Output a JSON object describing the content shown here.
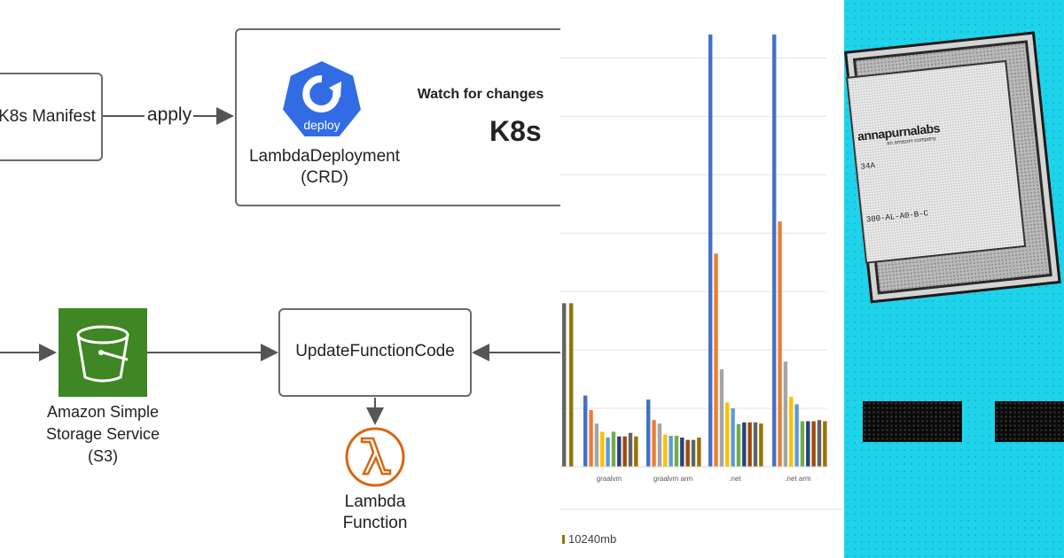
{
  "diagram": {
    "manifest_label": "K8s Manifest",
    "apply_label": "apply",
    "deploy_icon_label": "deploy",
    "crd_name": "LambdaDeployment",
    "crd_sub": "(CRD)",
    "watch_label": "Watch for changes",
    "k8s_label": "K8s",
    "s3_line1": "Amazon Simple",
    "s3_line2": "Storage Service",
    "s3_line3": "(S3)",
    "update_label": "UpdateFunctionCode",
    "lambda_line1": "Lambda",
    "lambda_line2": "Function"
  },
  "chart_data": {
    "type": "bar",
    "categories": [
      "graalvm",
      "graalvm arm",
      ".net",
      ".net arm"
    ],
    "series_colors": [
      "#4472c4",
      "#ed7d31",
      "#a5a5a5",
      "#ffc000",
      "#5b9bd5",
      "#70ad47",
      "#264478",
      "#9e480e",
      "#636363",
      "#997300"
    ],
    "groups": [
      [
        1.22,
        0.97,
        0.74,
        0.6,
        0.5,
        0.6,
        0.52,
        0.52,
        0.58,
        0.52
      ],
      [
        1.15,
        0.8,
        0.74,
        0.55,
        0.53,
        0.53,
        0.5,
        0.46,
        0.46,
        0.5
      ],
      [
        7.4,
        3.65,
        1.67,
        1.1,
        1.0,
        0.73,
        0.76,
        0.76,
        0.76,
        0.74
      ],
      [
        7.4,
        4.2,
        1.8,
        1.2,
        1.07,
        0.78,
        0.78,
        0.78,
        0.8,
        0.78
      ]
    ],
    "partial_group": [
      2.8,
      2.8
    ],
    "ylim": [
      0,
      7.4
    ],
    "legend_visible": "10240mb"
  },
  "chip": {
    "brand": "annapurnalabs",
    "brand_sub": "an amazon company",
    "code1": "34A",
    "code2": "300-AL-A0-B-C"
  }
}
